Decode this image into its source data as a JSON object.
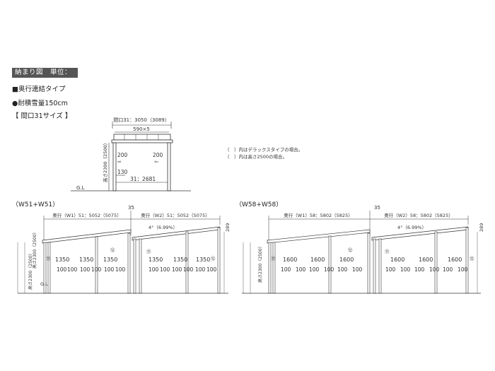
{
  "header": {
    "badge": "納まり図　単位：mm",
    "type_line": "■奥行連結タイプ",
    "snow_line": "●耐積雪量150cm",
    "size_line": "【 間口31サイズ 】"
  },
  "front": {
    "opening": "間口31：3050（3089）",
    "panels": "590×5",
    "side_left": "200",
    "side_right": "200",
    "eave": "130",
    "inner": "31：2681",
    "height": "高さ2300（2500）",
    "gl": "G.L"
  },
  "notes": {
    "deluxe": "（　）内はデラックスタイプの場合。",
    "tall": "（　）内は高さ2500の場合。"
  },
  "left_section": {
    "title": "（W51+W51）",
    "depth1": "奥行（W1）51：5052（5075）",
    "depth2": "奥行（W2）51：5052（5075）",
    "joint": "35",
    "slope": "4°（6.99%）",
    "right_height": "289",
    "height_a": "高さ2300（2500）",
    "height_b": "高さ2300（2500）",
    "gl": "G.L",
    "spans": [
      "1350",
      "1350",
      "1350",
      "1350",
      "1350",
      "1350"
    ],
    "posts": [
      "100",
      "100",
      "100",
      "100",
      "100",
      "100",
      "100",
      "100",
      "100",
      "100",
      "100",
      "100"
    ],
    "markers": [
      "⑪",
      "⑫",
      "⑪",
      "⑫"
    ]
  },
  "right_section": {
    "title": "（W58+W58）",
    "depth1": "奥行（W1）58：5802（5825）",
    "depth2": "奥行（W2）58：5802（5825）",
    "joint": "35",
    "slope": "4°（6.99%）",
    "right_height": "289",
    "height_a": "高さ2300（2500）",
    "spans": [
      "1600",
      "1600",
      "1600",
      "1600",
      "1600",
      "1600"
    ],
    "posts": [
      "100",
      "100",
      "100",
      "100",
      "100",
      "100",
      "100",
      "100",
      "100",
      "100",
      "100",
      "100"
    ],
    "markers": [
      "⑪",
      "⑫",
      "⑪",
      "⑫"
    ]
  }
}
